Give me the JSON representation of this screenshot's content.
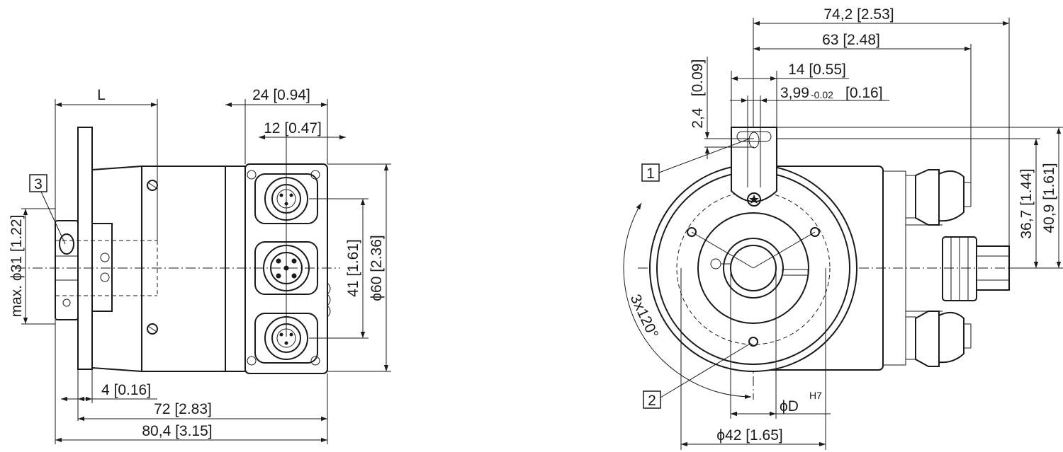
{
  "side_view": {
    "dim_L": "L",
    "dim_24": "24 [0.94]",
    "dim_12": "12 [0.47]",
    "dim_41": "41 [1.61]",
    "dim_60": "ϕ60 [2.36]",
    "dim_31": "max. ϕ31 [1.22]",
    "dim_4": "4 [0.16]",
    "dim_72": "72 [2.83]",
    "dim_80": "80,4 [3.15]",
    "callout_3": "3"
  },
  "front_view": {
    "dim_742": "74,2 [2.53]",
    "dim_63": "63 [2.48]",
    "dim_14": "14 [0.55]",
    "dim_399_main": "3,99",
    "dim_399_tol": "-0.02",
    "dim_399_inch": "[0.16]",
    "dim_009": "[0.09]",
    "dim_24v": "2,4",
    "dim_367": "36,7 [1.44]",
    "dim_409": "40,9 [1.61]",
    "dim_120": "3x120°",
    "dim_D": "ϕD",
    "dim_D_fit": "H7",
    "dim_42": "ϕ42 [1.65]",
    "callout_1": "1",
    "callout_2": "2"
  }
}
